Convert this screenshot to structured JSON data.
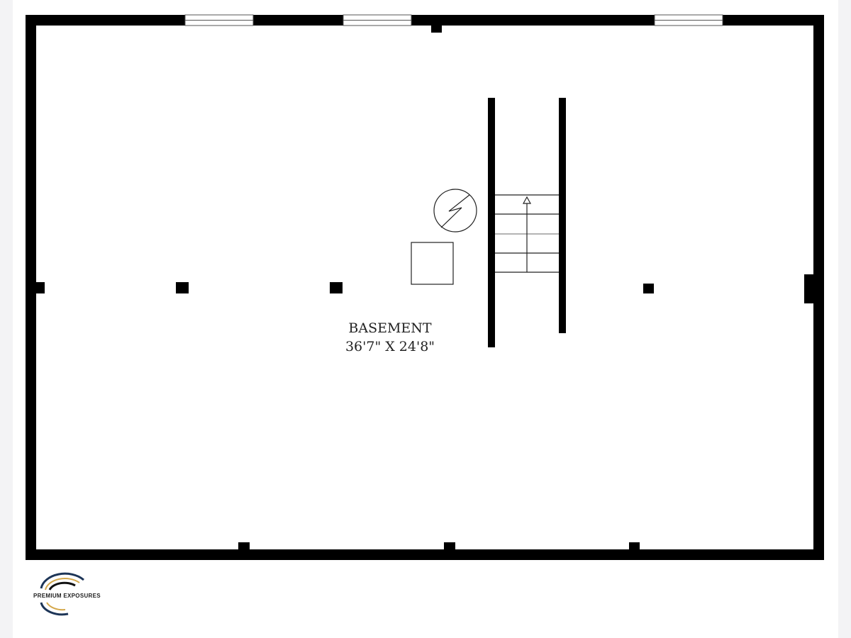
{
  "room": {
    "name": "BASEMENT",
    "dimensions": "36'7\" X 24'8\""
  },
  "logo": {
    "text": "PREMIUM EXPOSURES"
  },
  "colors": {
    "wall": "#000000",
    "logo_blue": "#1d3557",
    "logo_gold": "#d4a84b"
  }
}
